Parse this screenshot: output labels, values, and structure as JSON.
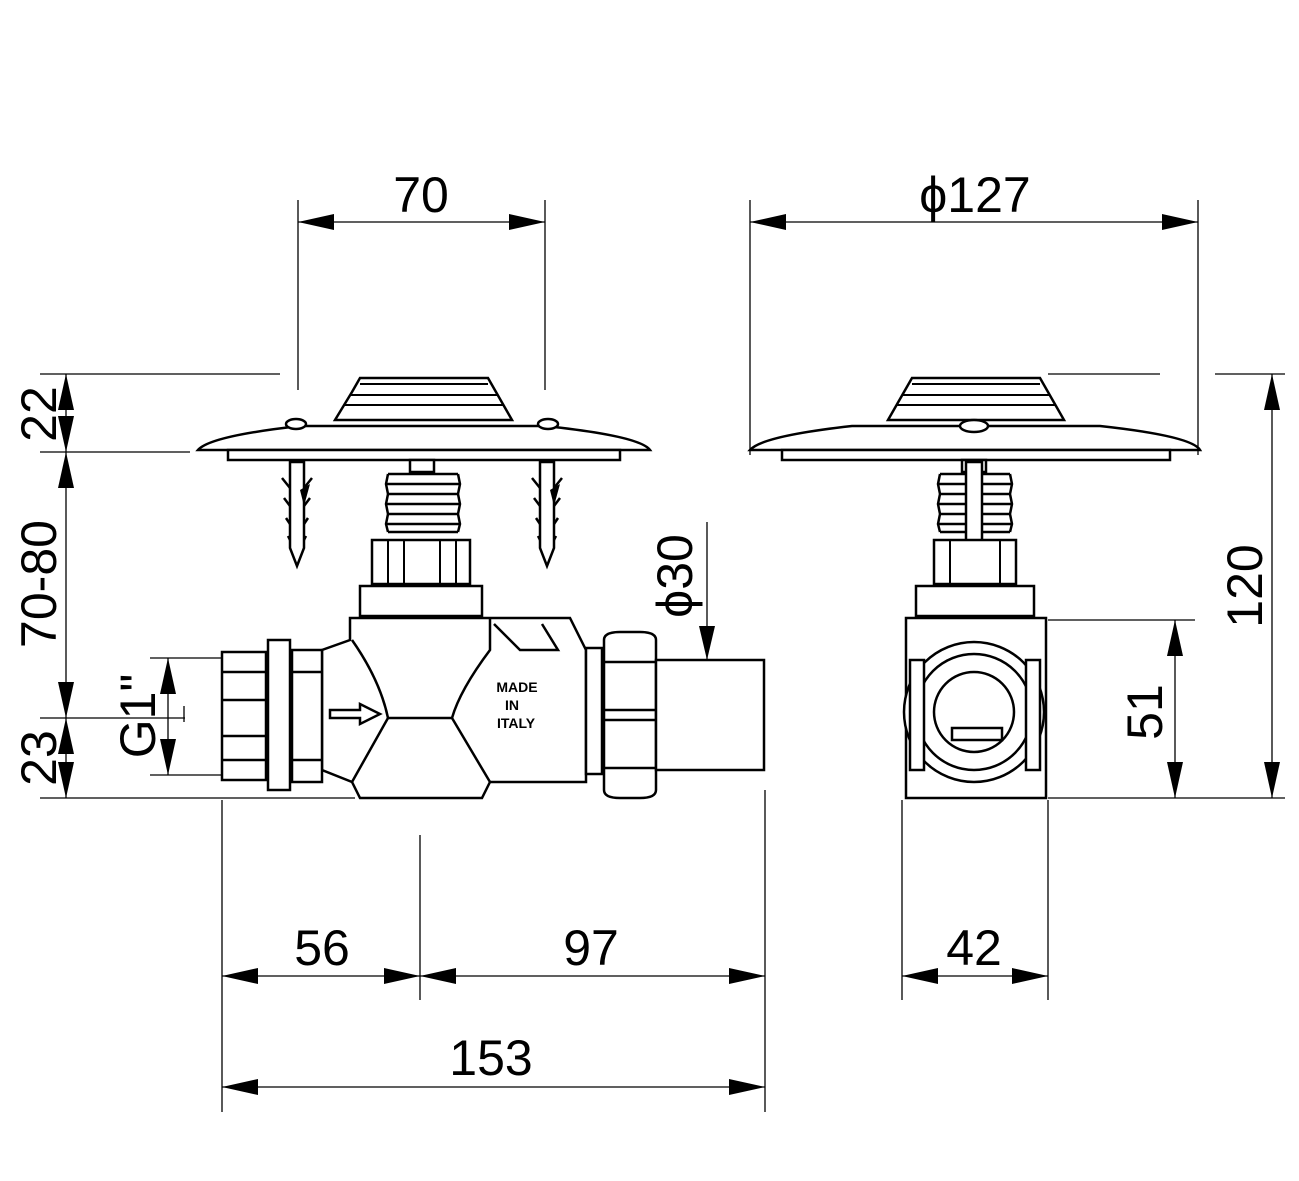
{
  "dimensions": {
    "width_top": "70",
    "diameter_top": "ϕ127",
    "height_cap": "22",
    "depth_range": "70-80",
    "height_low": "23",
    "thread": "G1\"",
    "pipe_diameter": "ϕ30",
    "total_height": "120",
    "axis_height": "51",
    "width_left": "56",
    "width_right": "97",
    "total_length": "153",
    "body_width": "42"
  },
  "marking": {
    "line1": "MADE",
    "line2": "IN",
    "line3": "ITALY"
  },
  "colors": {
    "line": "#000000",
    "background": "#ffffff"
  }
}
